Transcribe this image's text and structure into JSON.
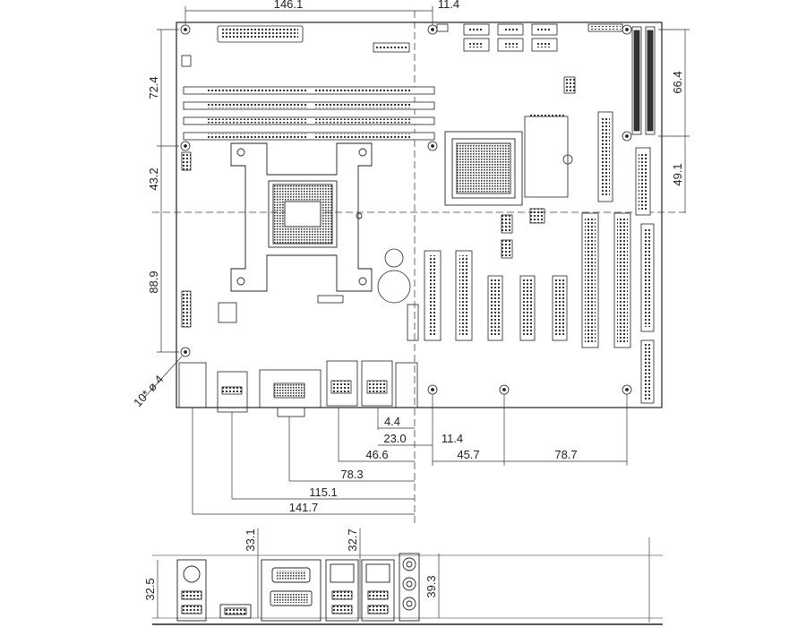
{
  "dimensions": {
    "top_left_width": "146.1",
    "top_right_offset": "11.4",
    "left_upper": "72.4",
    "left_middle": "43.2",
    "left_lower": "88.9",
    "right_upper": "66.4",
    "right_lower": "49.1",
    "bottom_4_4": "4.4",
    "bottom_23_0": "23.0",
    "bottom_11_4": "11.4",
    "bottom_46_6": "46.6",
    "bottom_45_7": "45.7",
    "bottom_78_7": "78.7",
    "bottom_78_3": "78.3",
    "bottom_115_1": "115.1",
    "bottom_141_7": "141.7",
    "side_32_5": "32.5",
    "side_33_1": "33.1",
    "side_32_7": "32.7",
    "side_39_3": "39.3"
  },
  "mounting_hole_note": "10* ø 4",
  "colors": {
    "line": "#222222",
    "dim_line": "#333333"
  }
}
